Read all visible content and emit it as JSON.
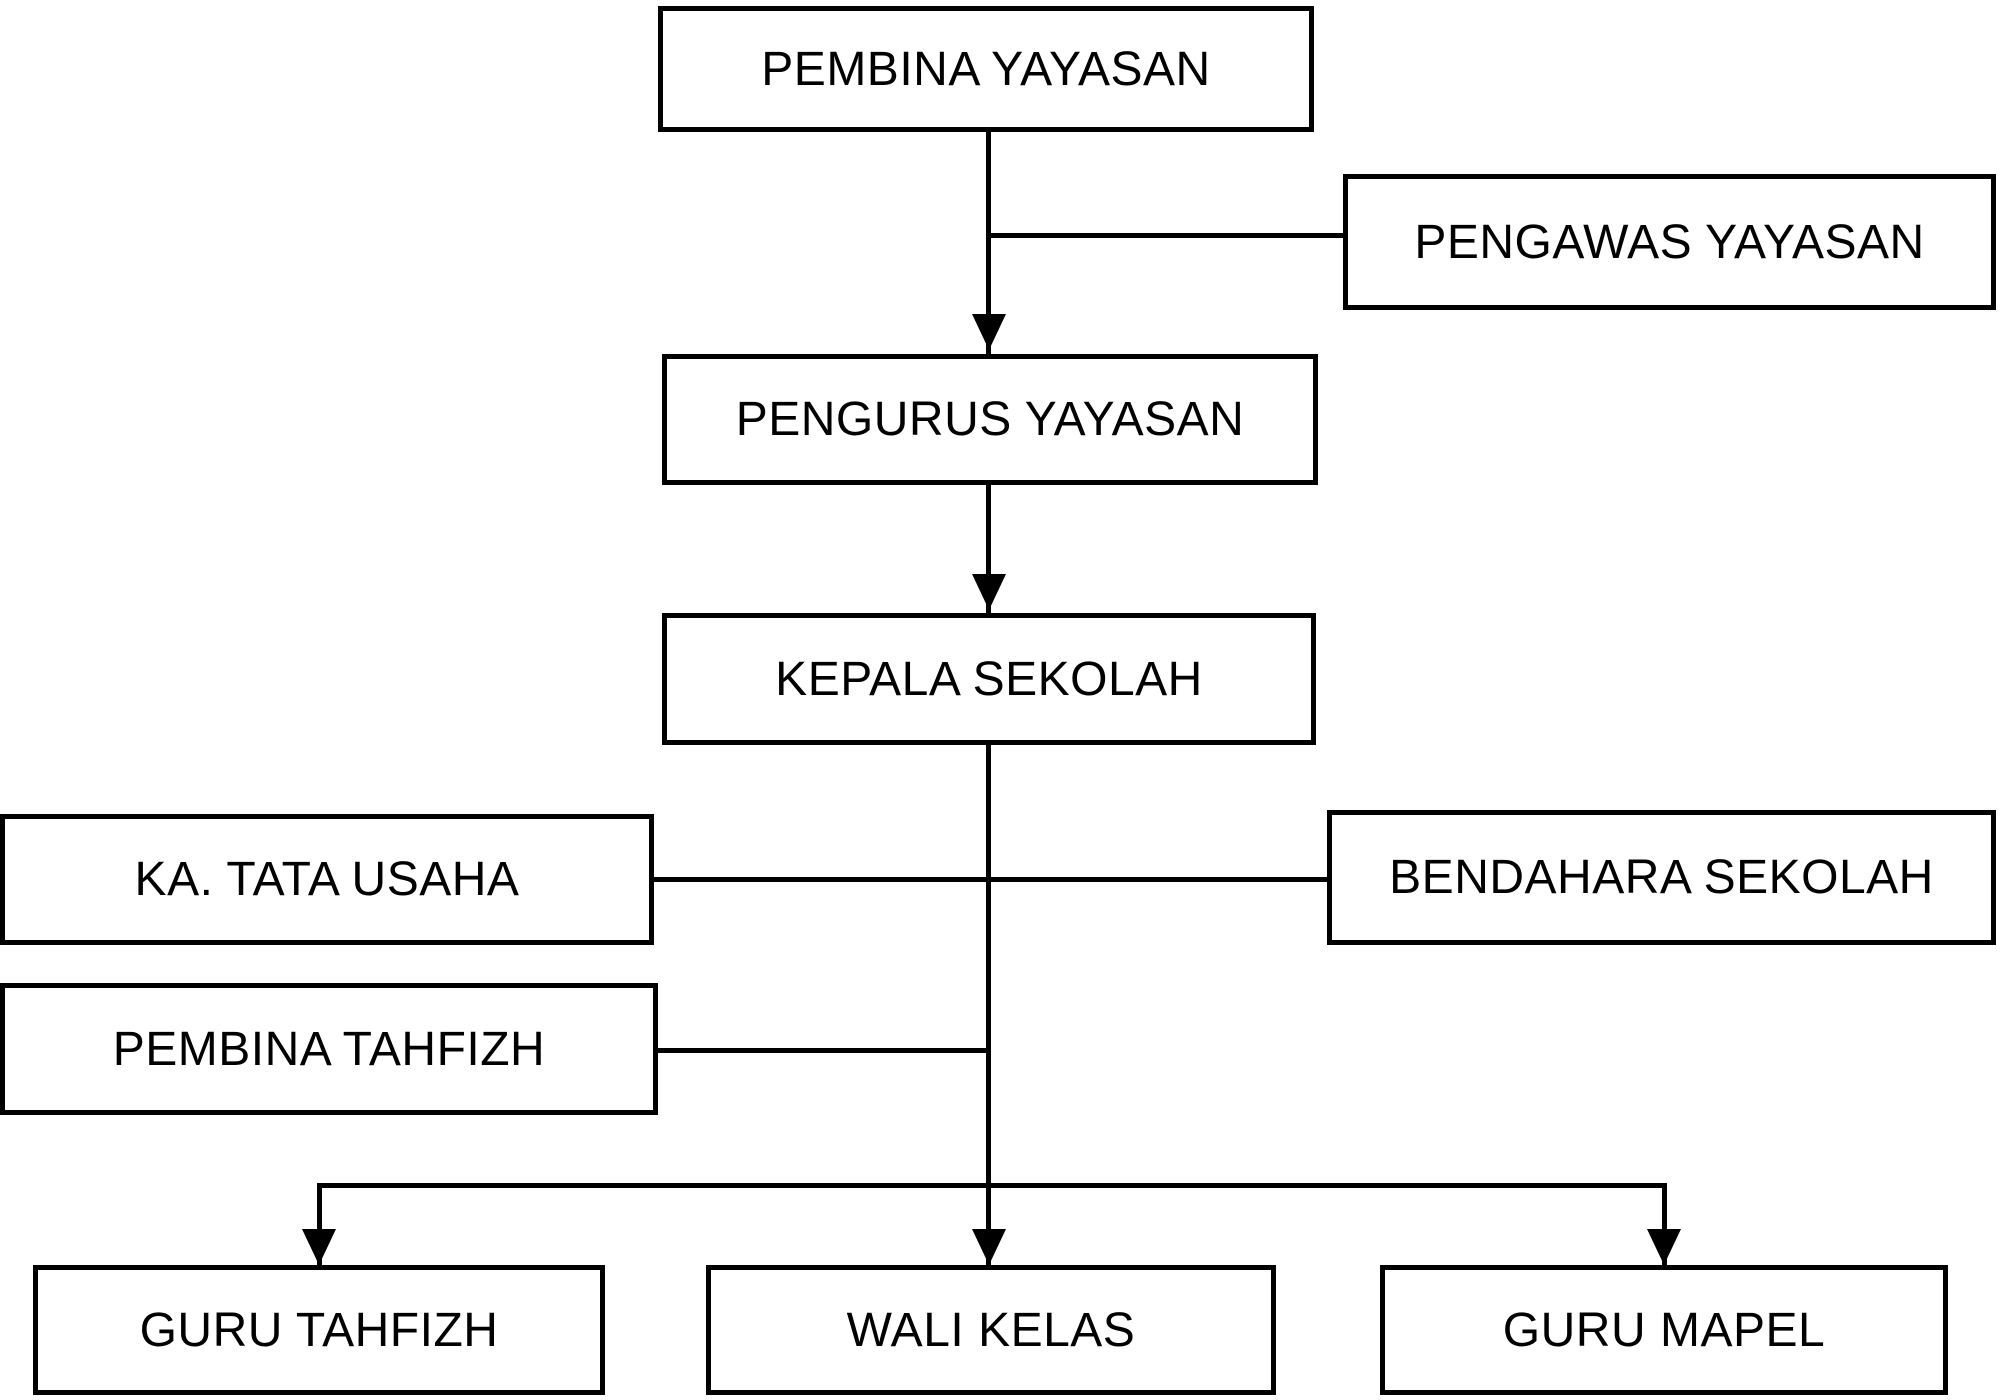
{
  "diagram": {
    "kind": "organizational-chart",
    "background": "#ffffff",
    "colors": {
      "box_fill": "#ffffff",
      "box_border": "#000000",
      "line": "#000000",
      "text": "#000000"
    },
    "nodes": [
      {
        "id": "pembina-yayasan",
        "label": "PEMBINA YAYASAN"
      },
      {
        "id": "pengawas-yayasan",
        "label": "PENGAWAS YAYASAN"
      },
      {
        "id": "pengurus-yayasan",
        "label": "PENGURUS YAYASAN"
      },
      {
        "id": "kepala-sekolah",
        "label": "KEPALA SEKOLAH"
      },
      {
        "id": "ka-tata-usaha",
        "label": "KA. TATA USAHA"
      },
      {
        "id": "bendahara-sekolah",
        "label": "BENDAHARA SEKOLAH"
      },
      {
        "id": "pembina-tahfizh",
        "label": "PEMBINA TAHFIZH"
      },
      {
        "id": "guru-tahfizh",
        "label": "GURU TAHFIZH"
      },
      {
        "id": "wali-kelas",
        "label": "WALI KELAS"
      },
      {
        "id": "guru-mapel",
        "label": "GURU MAPEL"
      }
    ],
    "edges": [
      {
        "from": "pembina-yayasan",
        "to": "pengurus-yayasan",
        "arrow": true
      },
      {
        "from": "pembina-yayasan",
        "to": "pengawas-yayasan",
        "arrow": false
      },
      {
        "from": "pengurus-yayasan",
        "to": "kepala-sekolah",
        "arrow": true
      },
      {
        "from": "kepala-sekolah",
        "to": "ka-tata-usaha",
        "arrow": false
      },
      {
        "from": "kepala-sekolah",
        "to": "bendahara-sekolah",
        "arrow": false
      },
      {
        "from": "kepala-sekolah",
        "to": "pembina-tahfizh",
        "arrow": false
      },
      {
        "from": "kepala-sekolah",
        "to": "guru-tahfizh",
        "arrow": true
      },
      {
        "from": "kepala-sekolah",
        "to": "wali-kelas",
        "arrow": true
      },
      {
        "from": "kepala-sekolah",
        "to": "guru-mapel",
        "arrow": true
      }
    ]
  }
}
